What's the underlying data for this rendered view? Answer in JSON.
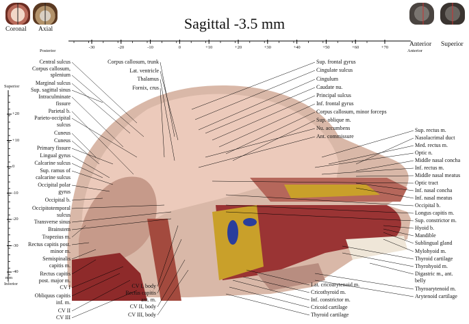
{
  "title": "Sagittal -3.5 mm",
  "nav": {
    "coronal": "Coronal",
    "axial": "Axial",
    "anterior": "Anterior",
    "superior": "Superior"
  },
  "ruler_h": {
    "posterior": "Posterior",
    "anterior": "Anterior",
    "ticks": [
      "-30",
      "-20",
      "-10",
      "0",
      "+10",
      "+20",
      "+30",
      "+40",
      "+50",
      "+60",
      "+70"
    ]
  },
  "ruler_v": {
    "superior": "Superior",
    "inferior": "Inferior",
    "unit": "mm",
    "ticks": [
      "+20",
      "+10",
      "0",
      "-10",
      "-20",
      "-30",
      "-40"
    ]
  },
  "labels_left": [
    "Central sulcus",
    "Corpus callosum,",
    "splenium",
    "Marginal sulcus",
    "Sup. sagittal sinus",
    "Intraculminate",
    "fissure",
    "Parietal b.",
    "Parieto-occipital",
    "sulcus",
    "Cuneus",
    "Cuneus",
    "Primary fissure",
    "Lingual gyrus",
    "Calcarine sulcus",
    "Sup. ramus of",
    "calcarine sulcus",
    "Occipital polar",
    "gyrus",
    "Occipital b.",
    "Occipitotemporal",
    "sulcus",
    "Transverse sinus",
    "Brainstem",
    "Trapezius m.",
    "Rectus capitis post.",
    "minor m.",
    "Semispinalis",
    "capitis m.",
    "Rectus capitis",
    "post. major m.",
    "CV I",
    "Obliquus capitis",
    "inf. m.",
    "CV II",
    "CV III"
  ],
  "labels_top": [
    "Corpus callosum, trunk",
    "Lat. ventricle",
    "Thalamus",
    "Fornix, crus"
  ],
  "labels_center_right": [
    "Sup. frontal gyrus",
    "Cingulate sulcus",
    "Cingulum",
    "Caudate nu.",
    "Principal sulcus",
    "Inf. frontal gyrus",
    "Corpus callosum, minor forceps",
    "Sup. oblique m.",
    "Nu. accumbens",
    "Ant. commissure"
  ],
  "labels_right": [
    "Sup. rectus m.",
    "Nasolacrimal duct",
    "Med. rectus m.",
    "Optic n.",
    "Middle nasal concha",
    "Inf. rectus m.",
    "Middle nasal meatus",
    "Optic tract",
    "Inf. nasal concha",
    "Inf. nasal meatus",
    "Occipital b.",
    "Longus capitis m.",
    "Sup. constrictor m.",
    "Hyoid b.",
    "Mandible",
    "Sublingual gland",
    "Mylohyoid m.",
    "Thyroid cartilage",
    "Thyrohyoid m.",
    "Digastric m., ant.",
    "belly",
    "Thyroarytenoid m.",
    "Arytenoid cartilage"
  ],
  "labels_bottom_left": [
    "CV I, body",
    "Rectus capitis",
    "ant. m.",
    "CV II, body",
    "CV III, body"
  ],
  "labels_bottom_right": [
    "Lat. cricoarytenoid m.",
    "Cricothyroid m.",
    "Inf. constrictor m.",
    "Cricoid cartilage",
    "Thyroid cartilage"
  ],
  "colors": {
    "brain": "#e7c4b3",
    "muscle": "#8e2a2a",
    "fat": "#c9a02a",
    "blue": "#2a3e9c",
    "bone": "#efe6d8"
  }
}
